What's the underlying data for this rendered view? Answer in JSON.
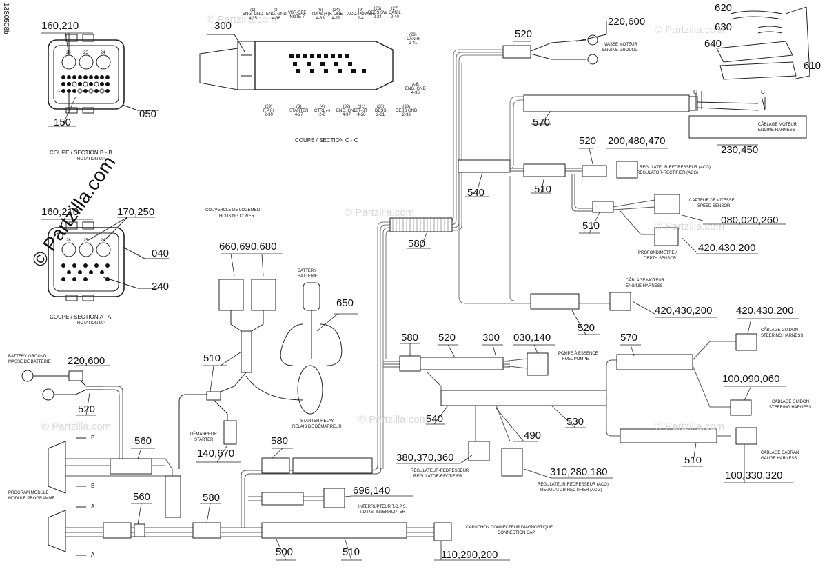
{
  "doc_code": "13S0508b",
  "copyright": "© Partzilla.com",
  "watermark": "© Partzilla.com",
  "refs": {
    "r160_210_top": "160,210",
    "r150": "150",
    "r050": "050",
    "r300_top": "300",
    "r160_210_mid": "160,210",
    "r170_250": "170,250",
    "r040": "040",
    "r240": "240",
    "r520_top": "520",
    "r220_600_top": "220,600",
    "r620": "620",
    "r630": "630",
    "r640": "640",
    "r610": "610",
    "r570_top": "570",
    "r230_450": "230,450",
    "r520_mid": "520",
    "r200_480_470": "200,480,470",
    "r540_top": "540",
    "r510_a": "510",
    "r510_b": "510",
    "r080_020_260": "080,020,260",
    "r420_430_200_a": "420,430,200",
    "r580_a": "580",
    "r660_690_680": "660,690,680",
    "r650": "650",
    "r420_430_200_b": "420,430,200",
    "r520_low": "520",
    "r580_b": "580",
    "r520_c": "520",
    "r300_mid": "300",
    "r030_140": "030,140",
    "r570_right": "570",
    "r420_430_200_c": "420,430,200",
    "r510_c": "510",
    "r220_600_left": "220,600",
    "r520_left": "520",
    "r540_low": "540",
    "r530": "530",
    "r100_090_060": "100,090,060",
    "r490": "490",
    "r560_a": "560",
    "r140_670": "140,670",
    "r580_c": "580",
    "r380_370_360": "380,370,360",
    "r310_280_180": "310,280,180",
    "r510_d": "510",
    "r100_330_320": "100,330,320",
    "r560_b": "560",
    "r580_d": "580",
    "r696_140": "696,140",
    "r500": "500",
    "r510_e": "510",
    "r110_290_200": "110,290,200"
  },
  "captions": {
    "section_bb": "COUPE / SECTION B - B",
    "rotation_bb": "ROTATION 90°",
    "section_cc": "COUPE / SECTION C - C",
    "section_aa": "COUPE / SECTION A - A",
    "rotation_aa": "ROTATION 90°",
    "housing_cover_fr": "COUVERCLE DE LOGEMENT",
    "housing_cover_en": "HOUSING COVER",
    "battery_en": "BATTERY",
    "battery_fr": "BATTERIE",
    "engine_ground_fr": "MASSE MOTEUR",
    "engine_ground_en": "ENGINE GROUNG",
    "engine_harness_fr_top": "CÂBLAGE MOTEUR",
    "engine_harness_en_top": "ENGINE HARNESS",
    "regrect_fr_top": "RÉGULATEUR-REDRESSEUR (ACG)",
    "regrect_en_top": "REGULATOR-RECTIFIER (ACG)",
    "speed_fr": "CAPTEUR DE VITESSE",
    "speed_en": "SPEED SENSOR",
    "depth_fr": "PROFONDIMÈTRE /",
    "depth_en": "DEPTH SENSOR",
    "engine_harness_fr_mid": "CÂBLAGE MOTEUR",
    "engine_harness_en_mid": "ENGINE HARNESS",
    "fuel_pump_fr": "POMPE À ESSENCE",
    "fuel_pump_en": "FUEL POMPE",
    "steering_fr_a": "CÂBLAGE GUIDON",
    "steering_en_a": "STEERING HARNESS",
    "steering_fr_b": "CÂBLAGE GUIDON",
    "steering_en_b": "STEERING HARNESS",
    "gauge_fr": "CÂBLAGE CADRAN",
    "gauge_en": "GAUGE HARNESS",
    "battery_ground_en": "BATTERY GROUND",
    "battery_ground_fr": "MASSE DE BATTERIE",
    "starter_fr": "DÉMARREUR",
    "starter_en": "STARTER",
    "starter_relay_en": "STARTER RELAY",
    "starter_relay_fr": "RELAIS DE DÉMARREUR",
    "program_module_en": "PROGRAM MODULE",
    "program_module_fr": "MODULE PROGRAMME",
    "regrect_fr_mid": "RÉGULATEUR-REDRESSEUR",
    "regrect_en_mid": "REGULATOR-RECTIFIER",
    "regrect_fr_low": "RÉGULATEUR-REDRESSEUR (ACG)",
    "regrect_en_low": "REGULATOR-RECTIFIER (ACG)",
    "tops_fr": "INTERRUPTEUR T.O.P.S.",
    "tops_en": "T.O.P.S. INTERRUPTER",
    "diag_fr": "CAPUCHON CONNECTEUR DIAGNOSTIQUE",
    "diag_en": "CONNECTION CAP",
    "cut_b_top": "B",
    "cut_b_bot": "B",
    "cut_a_top": "A",
    "cut_a_bot": "A",
    "cut_c_left": "C",
    "cut_c_right": "C"
  },
  "pin_labels": {
    "p1": "(1)\nENG. GND\n4-35",
    "p2": "(2)\nENG. GND\n4-36",
    "p3": "VBR-SEE\nNOTE 7",
    "p4": "(6)\nTOPS (+)\n4-33",
    "p5": "(24)\nK-LINE\n4-29",
    "p6": "(9)\nACC. POWER\n2-4",
    "p7": "(26)\nDESS SW\n2-24",
    "p8": "(27)\nCAN L\n2-40",
    "p9": "(28)\nCAN H\n2-41",
    "p10": "A-B\nENG. GND\n4-36",
    "p11": "(29)\nF.P.(-)\n2-30",
    "p12": "(3)\nSTARTER\n4-27",
    "p13": "(4)\nCTRL (-)\n2-6",
    "p14": "(32)\nENG. GND\n4-37",
    "p15": "(31)\nST-ST\n4-28",
    "p16": "(30)\nDESS\n2-31",
    "p17": "(33)\nDESS GND\n2-33"
  },
  "conn_pins": {
    "bb_26": "26",
    "bb_25": "25",
    "bb_24": "24",
    "bb_row": "1",
    "aa_26": "26",
    "aa_25": "25",
    "aa_24": "24"
  }
}
